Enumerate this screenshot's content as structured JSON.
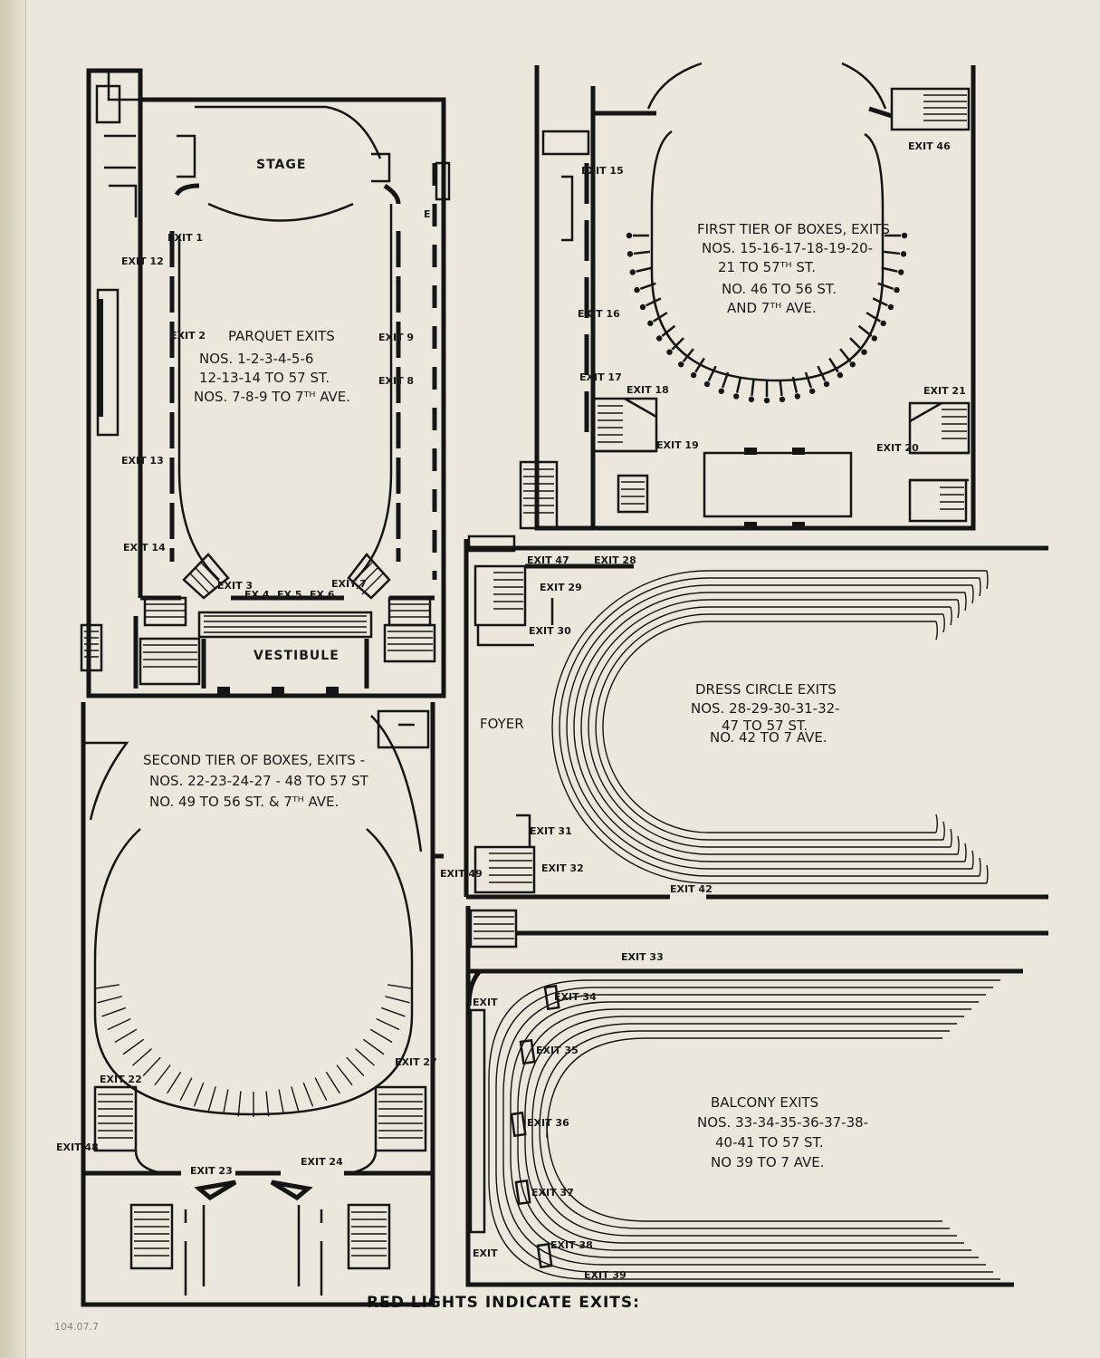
{
  "parquet": {
    "stage": "STAGE",
    "vestibule": "VESTIBULE",
    "exits_title": "PARQUET EXITS",
    "exits_line1": "NOS. 1-2-3-4-5-6",
    "exits_line2": "12-13-14 TO 57 ST.",
    "exits_line3": "NOS. 7-8-9 TO 7ᵀᴴ AVE.",
    "exit_labels": [
      "EXIT 1",
      "EXIT 2",
      "EXIT 12",
      "EXIT 13",
      "EXIT 14",
      "EXIT 9",
      "EXIT 8",
      "EXIT 3",
      "EX 4",
      "EX 5",
      "EX 6",
      "EXIT 7",
      "E"
    ]
  },
  "first_tier": {
    "title_line1": "FIRST TIER OF BOXES, EXITS",
    "title_line2": "NOS. 15-16-17-18-19-20-",
    "title_line3": "21 TO 57ᵀᴴ ST.",
    "title_line4": "NO. 46 TO 56 ST.",
    "title_line5": "AND 7ᵀᴴ AVE.",
    "exit_labels": [
      "EXIT 15",
      "EXIT 16",
      "EXIT 17",
      "EXIT 18",
      "EXIT 19",
      "EXIT 20",
      "EXIT 21",
      "EXIT 46"
    ]
  },
  "second_tier": {
    "title_line1": "SECOND TIER OF BOXES, EXITS -",
    "title_line2": "NOS. 22-23-24-27 - 48 TO 57 ST",
    "title_line3": "NO. 49 TO 56 ST. & 7ᵀᴴ AVE.",
    "exit_labels": [
      "EXIT 22",
      "EXIT 23",
      "EXIT 24",
      "EXIT 27",
      "EXIT 48",
      "EXIT 49"
    ]
  },
  "dress_circle": {
    "foyer": "FOYER",
    "title_line1": "DRESS CIRCLE EXITS",
    "title_line2": "NOS. 28-29-30-31-32-",
    "title_line3": "47 TO 57 ST.",
    "title_line4": "NO. 42 TO 7 AVE.",
    "exit_labels": [
      "EXIT 47",
      "EXIT 28",
      "EXIT 29",
      "EXIT 30",
      "EXIT 31",
      "EXIT 32",
      "EXIT 42"
    ]
  },
  "balcony": {
    "title_line1": "BALCONY EXITS",
    "title_line2": "NOS. 33-34-35-36-37-38-",
    "title_line3": "40-41 TO 57 ST.",
    "title_line4": "NO 39 TO 7 AVE.",
    "exit_labels": [
      "EXIT 33",
      "EXIT 34",
      "EXIT 35",
      "EXIT 36",
      "EXIT 37",
      "EXIT 38",
      "EXIT 39",
      "EXIT",
      "EXIT"
    ]
  },
  "footer": "RED LIGHTS INDICATE EXITS:",
  "pencil_note": "104.07.7"
}
